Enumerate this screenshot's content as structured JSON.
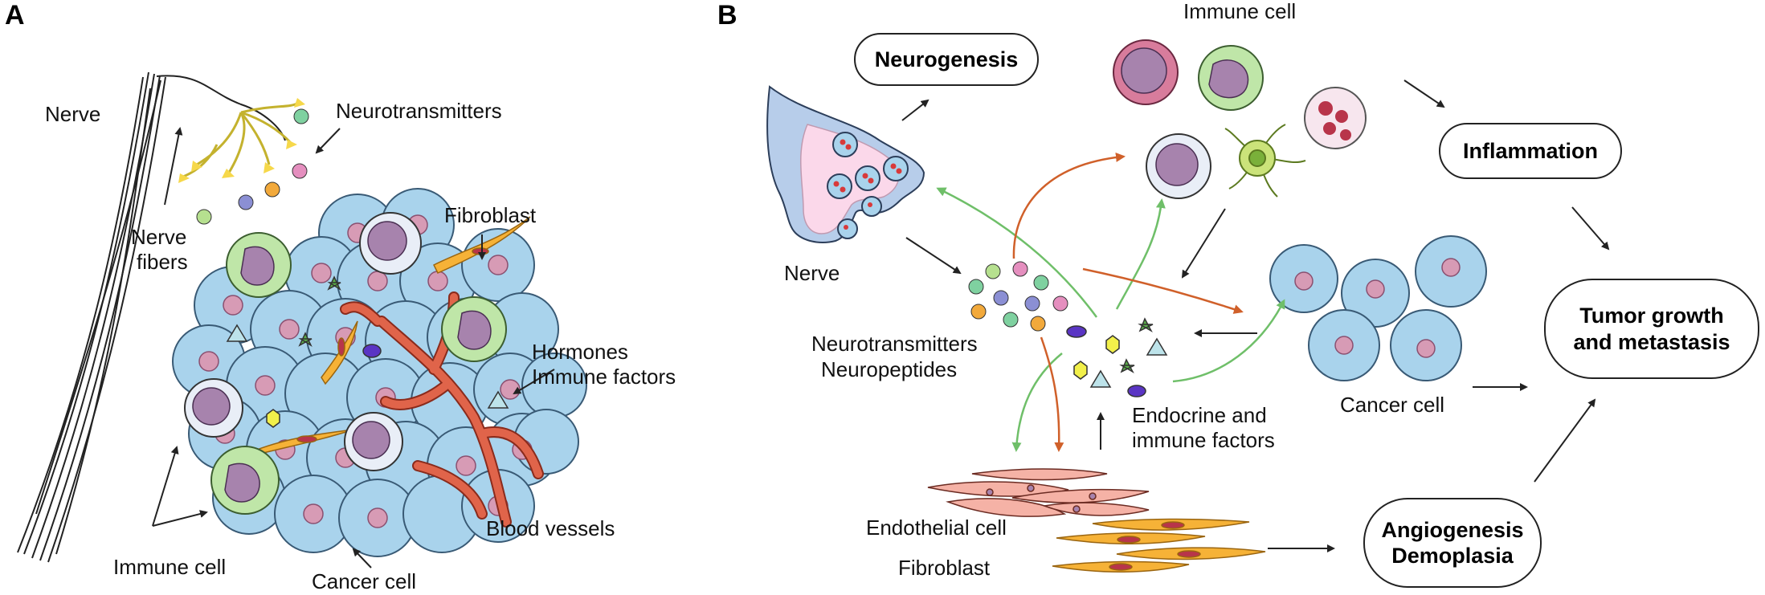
{
  "panels": {
    "a": "A",
    "b": "B"
  },
  "panel_a": {
    "nerve": "Nerve",
    "neurotransmitters": "Neurotransmitters",
    "nerve_fibers_1": "Nerve",
    "nerve_fibers_2": "fibers",
    "fibroblast": "Fibroblast",
    "hormones": "Hormones",
    "immune_factors": "Immune factors",
    "immune_cell": "Immune cell",
    "cancer_cell": "Cancer cell",
    "blood_vessels": "Blood vessels"
  },
  "panel_b": {
    "neurogenesis": "Neurogenesis",
    "immune_cell": "Immune cell",
    "inflammation": "Inflammation",
    "nerve": "Nerve",
    "neurotransmitters": "Neurotransmitters",
    "neuropeptides": "Neuropeptides",
    "endocrine_1": "Endocrine and",
    "endocrine_2": "immune factors",
    "cancer_cell": "Cancer cell",
    "tumor_1": "Tumor growth",
    "tumor_2": "and metastasis",
    "endothelial": "Endothelial cell",
    "fibroblast": "Fibroblast",
    "angio_1": "Angiogenesis",
    "angio_2": "Demoplasia"
  },
  "colors": {
    "cancer_cell_fill": "#a9d3ec",
    "nucleus": "#d79bb5",
    "immune_green": "#bfe6a8",
    "immune_purple": "#a783ad",
    "vessel": "#e0644a",
    "fibroblast": "#f6b237",
    "endothelial": "#f5b2a6",
    "green_arrow": "#6fbf69",
    "orange_arrow": "#d0602a",
    "nerve_body": "#b7cdea"
  }
}
